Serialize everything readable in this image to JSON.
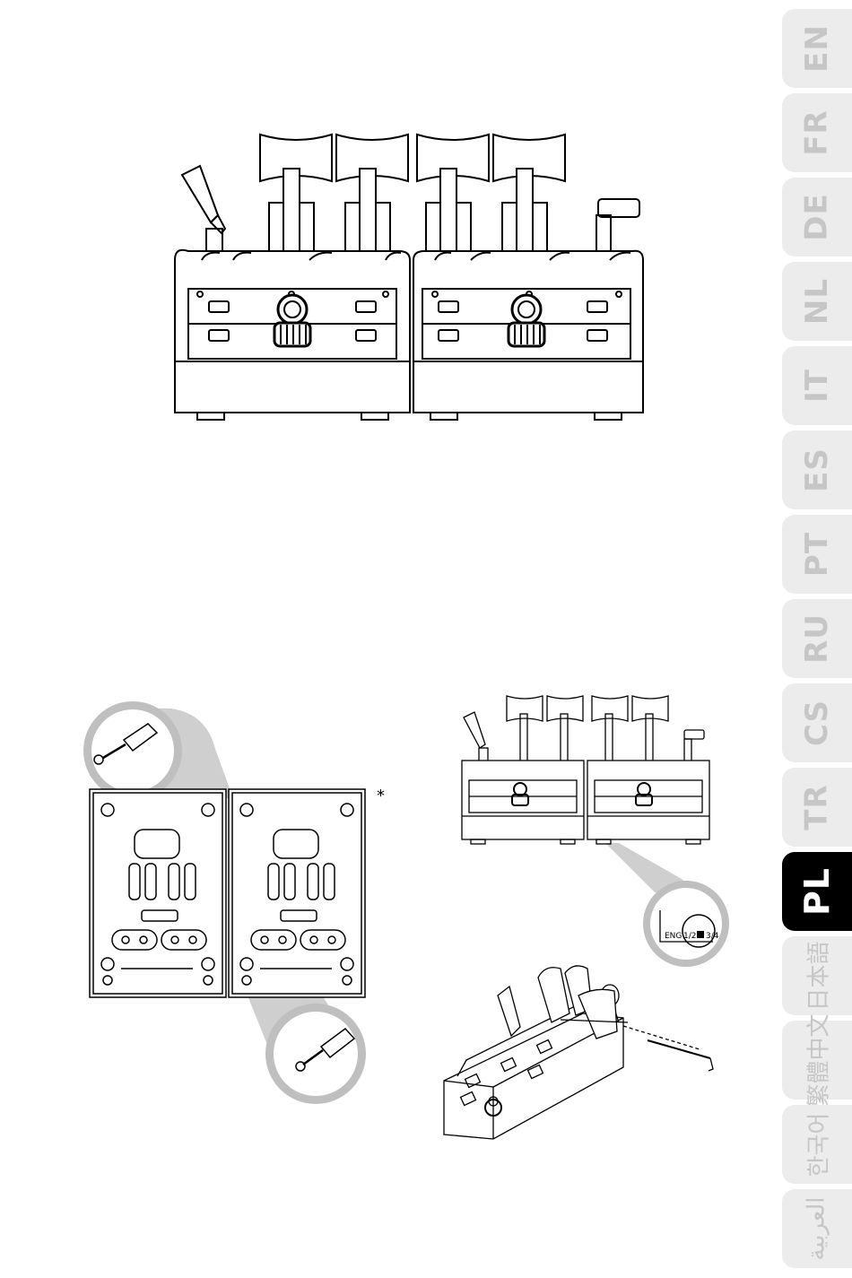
{
  "languages": [
    "EN",
    "FR",
    "DE",
    "NL",
    "IT",
    "ES",
    "PT",
    "RU",
    "CS",
    "TR",
    "PL",
    "日本語",
    "繁體中文",
    "한국어",
    "العربية"
  ],
  "active_language": "PL",
  "switch_labels": {
    "eng": "ENG",
    "pos_12": "1/2",
    "pos_34": "3/4"
  },
  "asterisk": "*"
}
